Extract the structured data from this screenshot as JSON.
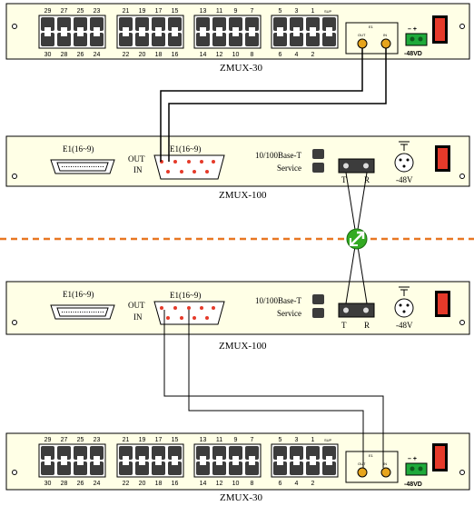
{
  "devices": {
    "zmux30_top": {
      "name": "ZMUX-30",
      "power_label": "-48VD",
      "e1_plate": "E1",
      "out_label": "OUT",
      "in_label": "IN",
      "sup_label": "SUP",
      "top_numbers": [
        "29",
        "27",
        "25",
        "23",
        "21",
        "19",
        "17",
        "15",
        "13",
        "11",
        "9",
        "7",
        "5",
        "3",
        "1"
      ],
      "bottom_numbers": [
        "30",
        "28",
        "26",
        "24",
        "22",
        "20",
        "18",
        "16",
        "14",
        "12",
        "10",
        "8",
        "6",
        "4",
        "2"
      ]
    },
    "zmux100_top": {
      "name": "ZMUX-100",
      "e1_left": "E1(16~9)",
      "e1_right": "E1(16~9)",
      "out_label": "OUT",
      "in_label": "IN",
      "eth_label": "10/100Base-T",
      "service_label": "Service",
      "t_label": "T",
      "r_label": "R",
      "power_label": "-48V"
    },
    "zmux100_bottom": {
      "name": "ZMUX-100",
      "e1_left": "E1(16~9)",
      "e1_right": "E1(16~9)",
      "out_label": "OUT",
      "in_label": "IN",
      "eth_label": "10/100Base-T",
      "service_label": "Service",
      "t_label": "T",
      "r_label": "R",
      "power_label": "-48V"
    },
    "zmux30_bottom": {
      "name": "ZMUX-30",
      "power_label": "-48VD",
      "e1_plate": "E1",
      "out_label": "OUT",
      "in_label": "IN",
      "sup_label": "SUP",
      "top_numbers": [
        "29",
        "27",
        "25",
        "23",
        "21",
        "19",
        "17",
        "15",
        "13",
        "11",
        "9",
        "7",
        "5",
        "3",
        "1"
      ],
      "bottom_numbers": [
        "30",
        "28",
        "26",
        "24",
        "22",
        "20",
        "18",
        "16",
        "14",
        "12",
        "10",
        "8",
        "6",
        "4",
        "2"
      ]
    }
  },
  "colors": {
    "panel": "#ffffe6",
    "port": "#3c3c3c",
    "switch": "#e53a2a",
    "terminal": "#1faa3a",
    "fiber_link": "#e87722",
    "cloud_icon": "#33aa22"
  }
}
